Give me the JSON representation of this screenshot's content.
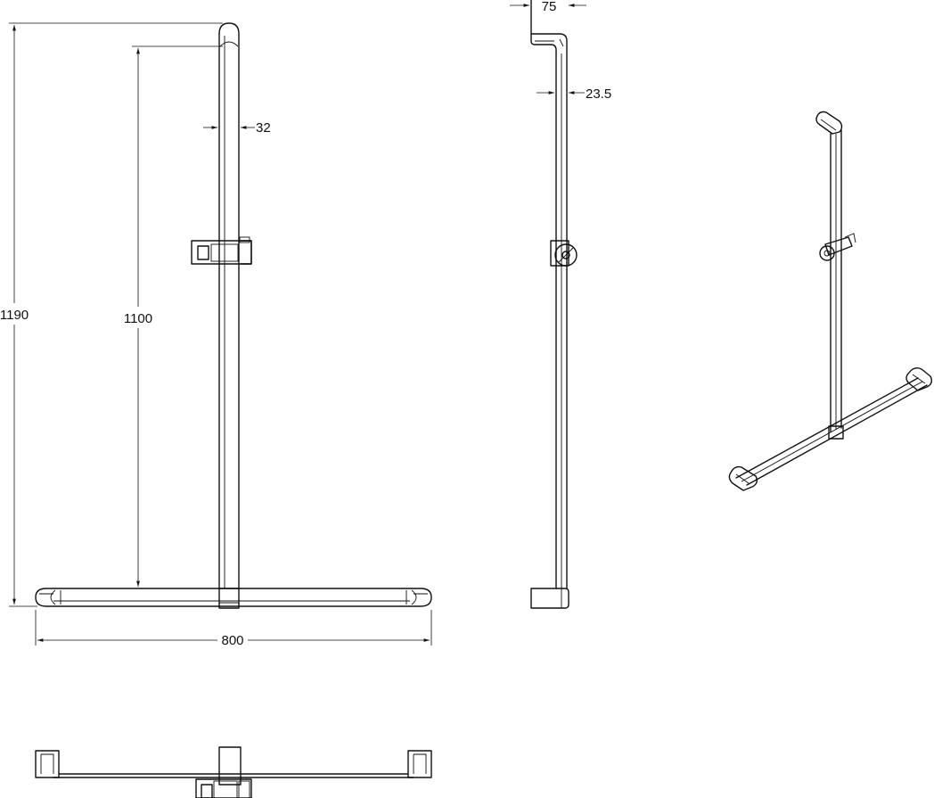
{
  "drawing": {
    "line_color": "#111111",
    "background": "#ffffff",
    "dimensions": {
      "total_height": "1190",
      "rail_height": "1100",
      "tube_diameter": "32",
      "bar_width": "800",
      "wall_offset": "75",
      "side_tube_width": "23.5"
    }
  }
}
